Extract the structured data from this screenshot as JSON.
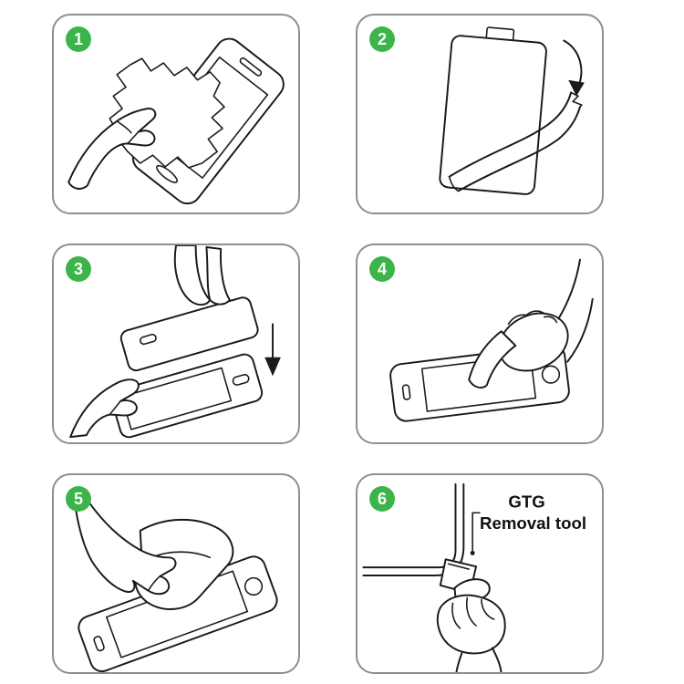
{
  "colors": {
    "badge": "#3cb44a",
    "line": "#1a1a1a",
    "panel_border": "#8f8f8f",
    "background": "#ffffff"
  },
  "steps": [
    {
      "number": "1",
      "icon": "wipe-phone-with-cloth"
    },
    {
      "number": "2",
      "icon": "peel-backing-film"
    },
    {
      "number": "3",
      "icon": "align-protector-over-phone"
    },
    {
      "number": "4",
      "icon": "press-screen-center"
    },
    {
      "number": "5",
      "icon": "smooth-with-cloth"
    },
    {
      "number": "6",
      "icon": "pry-corner-with-removal-tool",
      "label": {
        "line1": "GTG",
        "line2": "Removal tool"
      }
    }
  ]
}
